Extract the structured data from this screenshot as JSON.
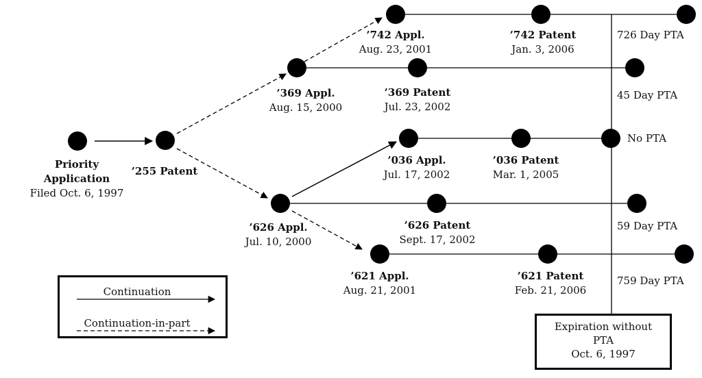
{
  "nodes": {
    "priority": {
      "title": "Priority",
      "title2": "Application",
      "date": "Filed Oct. 6, 1997"
    },
    "p255": {
      "title": "’255 Patent"
    },
    "a369": {
      "title": "’369 Appl.",
      "date": "Aug. 15, 2000"
    },
    "a742": {
      "title": "’742 Appl.",
      "date": "Aug. 23, 2001"
    },
    "p742": {
      "title": "’742 Patent",
      "date": "Jan. 3, 2006"
    },
    "p369": {
      "title": "’369 Patent",
      "date": "Jul. 23, 2002"
    },
    "a036": {
      "title": "’036 Appl.",
      "date": "Jul. 17, 2002"
    },
    "p036": {
      "title": "’036 Patent",
      "date": "Mar. 1, 2005"
    },
    "a626": {
      "title": "’626 Appl.",
      "date": "Jul. 10, 2000"
    },
    "p626": {
      "title": "’626 Patent",
      "date": "Sept. 17, 2002"
    },
    "a621": {
      "title": "’621 Appl.",
      "date": "Aug. 21, 2001"
    },
    "p621": {
      "title": "’621 Patent",
      "date": "Feb. 21, 2006"
    }
  },
  "pta": {
    "p742": "726 Day PTA",
    "p369": "45 Day PTA",
    "p036": "No PTA",
    "p626": "59 Day PTA",
    "p621": "759 Day PTA"
  },
  "legend": {
    "continuation": "Continuation",
    "cip": "Continuation-in-part"
  },
  "expiration": {
    "line1": "Expiration without",
    "line2": "PTA",
    "line3": "Oct. 6, 1997"
  }
}
